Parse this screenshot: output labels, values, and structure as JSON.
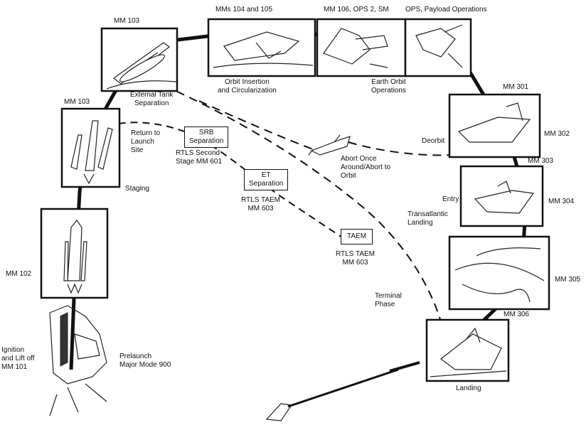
{
  "phases": {
    "mm103_top": "MM 103",
    "mms104_105": "MMs 104 and 105",
    "mm106_ops2": "MM 106, OPS 2, SM",
    "ops_payload": "OPS, Payload Operations",
    "mm301": "MM 301",
    "mm302": "MM 302",
    "mm303": "MM 303",
    "mm304": "MM 304",
    "mm305": "MM 305",
    "mm306": "MM 306",
    "mm103_left": "MM 103",
    "mm102": "MM 102"
  },
  "labels": {
    "external_tank_sep": [
      "External Tank",
      "Separation"
    ],
    "orbit_insertion": [
      "Orbit Insertion",
      "and Circularization"
    ],
    "earth_orbit_ops": [
      "Earth Orbit",
      "Operations"
    ],
    "return_to_launch": [
      "Return to",
      "Launch",
      "Site"
    ],
    "staging": "Staging",
    "rtls_second_stage": [
      "RTLS Second",
      "Stage MM 601"
    ],
    "abort_once_around": [
      "Abort Once",
      "Around/Abort to",
      "Orbit"
    ],
    "deorbit": "Deorbit",
    "rtls_taem_1": [
      "RTLS TAEM",
      "MM 603"
    ],
    "rtls_taem_2": [
      "RTLS TAEM",
      "MM 603"
    ],
    "entry": "Entry",
    "transatlantic": [
      "Transatlantic",
      "Landing"
    ],
    "terminal_phase": [
      "Terminal",
      "Phase"
    ],
    "landing": "Landing",
    "ignition": [
      "Ignition",
      "and Lift off",
      "MM 101"
    ],
    "prelaunch": [
      "Prelaunch",
      "Major Mode 900"
    ]
  },
  "boxes": {
    "srb_sep": [
      "SRB",
      "Separation"
    ],
    "et_sep": [
      "ET",
      "Separation"
    ],
    "taem": "TAEM"
  }
}
